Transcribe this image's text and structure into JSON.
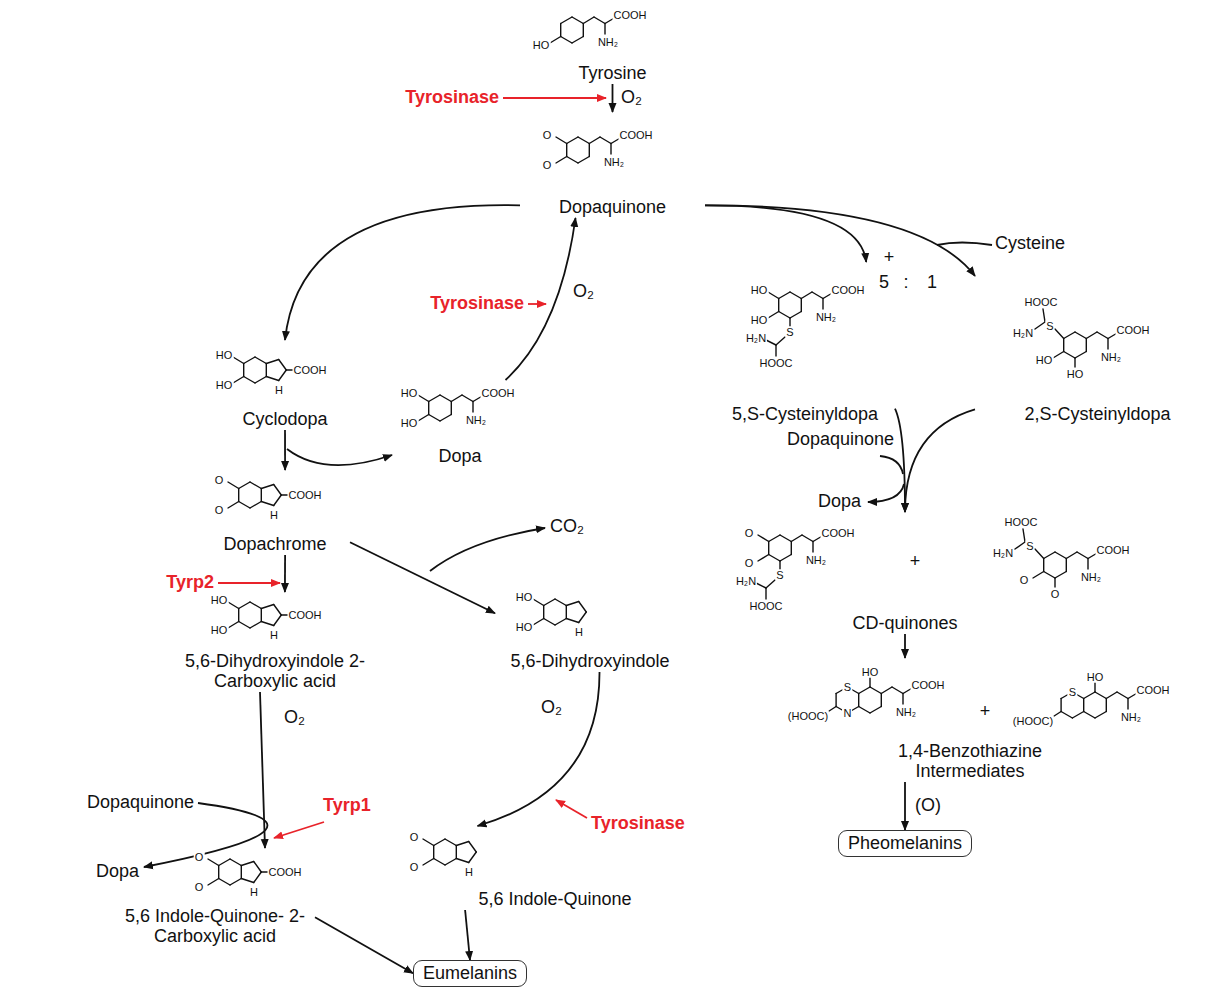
{
  "diagram": {
    "nodes": [
      {
        "text": [
          "Tyrosine"
        ]
      },
      {
        "text": [
          "Dopaquinone"
        ]
      },
      {
        "text": [
          "Cyclodopa"
        ]
      },
      {
        "text": [
          "Dopa"
        ]
      },
      {
        "text": [
          "5,S-Cysteinyldopa"
        ]
      },
      {
        "text": [
          "2,S-Cysteinyldopa"
        ]
      },
      {
        "text": [
          "Dopachrome"
        ]
      },
      {
        "text": [
          "CD-quinones"
        ]
      },
      {
        "text": [
          "5,6-Dihydroxyindole 2-Carboxylic acid"
        ]
      },
      {
        "text": [
          "5,6-Dihydroxyindole"
        ]
      },
      {
        "text": [
          "1,4-Benzothiazine Intermediates"
        ]
      },
      {
        "text": [
          "5,6 Indole-Quinone- 2-Carboxylic acid"
        ]
      },
      {
        "text": [
          "5,6 Indole-Quinone"
        ]
      },
      {
        "text": [
          "Pheomelanins"
        ]
      },
      {
        "text": [
          "Eumelanins"
        ]
      }
    ],
    "edges": [
      {
        "from": 0,
        "to": 1,
        "arrow": "to"
      },
      {
        "from": 1,
        "to": 2,
        "arrow": "to"
      },
      {
        "from": 3,
        "to": 1,
        "arrow": "to"
      },
      {
        "from": 1,
        "to": 4,
        "arrow": "to"
      },
      {
        "from": 1,
        "to": 5,
        "arrow": "to"
      },
      {
        "from": 4,
        "to": 7,
        "arrow": "to"
      },
      {
        "from": 5,
        "to": 7,
        "arrow": "to"
      },
      {
        "from": 7,
        "to": 10,
        "arrow": "to"
      },
      {
        "from": 10,
        "to": 13,
        "arrow": "to"
      },
      {
        "from": 2,
        "to": 6,
        "arrow": "to"
      },
      {
        "from": 6,
        "to": 8,
        "arrow": "to"
      },
      {
        "from": 6,
        "to": 9,
        "arrow": "to"
      },
      {
        "from": 8,
        "to": 11,
        "arrow": "to"
      },
      {
        "from": 11,
        "to": 14,
        "arrow": "to"
      },
      {
        "from": 9,
        "to": 12,
        "arrow": "to"
      },
      {
        "from": 12,
        "to": 14,
        "arrow": "to"
      }
    ],
    "labels": [
      "Tyrosinase",
      "O₂",
      "Cysteine",
      "+",
      "5",
      ":",
      "1",
      "Tyrosinase",
      "O₂",
      "Dopaquinone",
      "Dopa",
      "+",
      "Tyrp2",
      "CO₂",
      "+",
      "O₂",
      "O₂",
      "Dopaquinone",
      "Tyrp1",
      "(O)",
      "Dopa",
      "Tyrosinase",
      "HO",
      "COOH",
      "NH₂",
      "O",
      "O",
      "COOH",
      "NH₂",
      "HO",
      "HO",
      "COOH",
      "H",
      "HO",
      "HO",
      "COOH",
      "NH₂",
      "HO",
      "HO",
      "COOH",
      "NH₂",
      "S",
      "H₂N",
      "HOOC",
      "HOOC",
      "H₂N",
      "S",
      "HO",
      "HO",
      "COOH",
      "NH₂",
      "O",
      "O",
      "COOH",
      "H",
      "O",
      "O",
      "COOH",
      "NH₂",
      "S",
      "H₂N",
      "HOOC",
      "HOOC",
      "H₂N",
      "S",
      "O",
      "O",
      "COOH",
      "NH₂",
      "HO",
      "HO",
      "COOH",
      "H",
      "HO",
      "HO",
      "H",
      "HO",
      "COOH",
      "NH₂",
      "N",
      "S",
      "(HOOC)",
      "(HOOC)",
      "S",
      "COOH",
      "NH₂",
      "HO",
      "O",
      "O",
      "COOH",
      "H",
      "O",
      "O",
      "H"
    ]
  }
}
